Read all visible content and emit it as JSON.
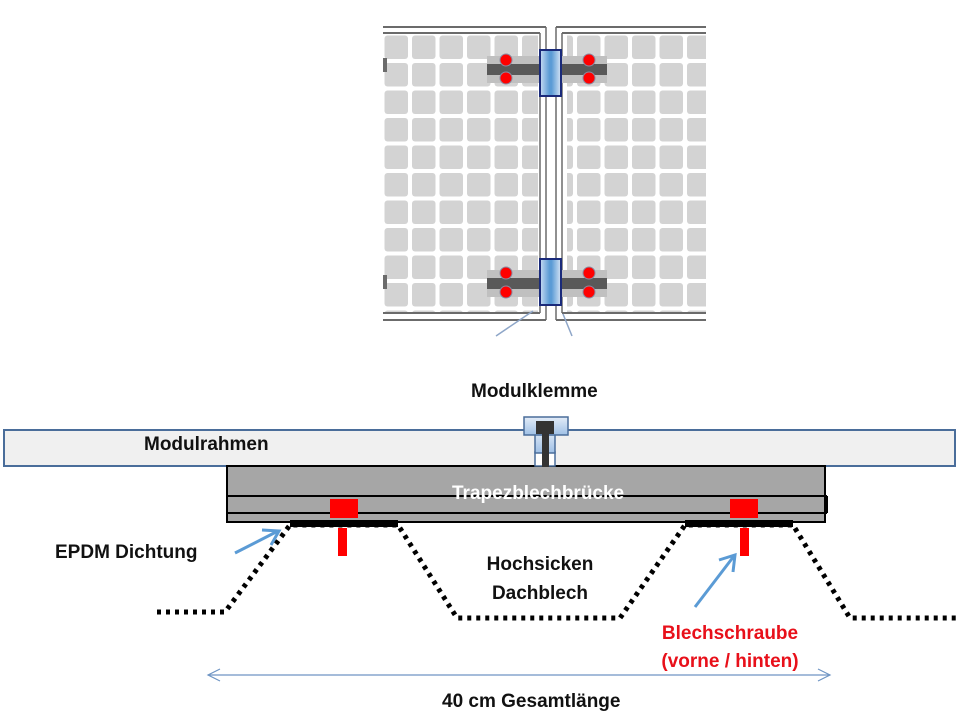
{
  "title": "Trapezblechbrücke Montage auf Hochsicken-Dachblech",
  "colors": {
    "screw_red": "#ff0000",
    "label_red": "#e8101a",
    "clamp_blue": "#5b9bd5",
    "clamp_border": "#1f2f7a",
    "frame_fill": "#f0f0f0",
    "frame_border": "#4a6d9a",
    "bridge_gray": "#a6a6a6",
    "cell_gray": "#d3d3d3",
    "arrow_blue": "#5b9bd5",
    "dim_line_blue": "#6f95c4"
  },
  "top_view": {
    "description": "Draufsicht zwei PV-Module mit Modulklemmen",
    "panels": 2,
    "clamps": 2,
    "screws_per_clamp": 4
  },
  "labels": {
    "modulklemme": "Modulklemme",
    "modulrahmen": "Modulrahmen",
    "trapezblechbruecke": "Trapezblechbrücke",
    "epdm": "EPDM Dichtung",
    "hochsicken_line1": "Hochsicken",
    "hochsicken_line2": "Dachblech",
    "blechschraube_line1": "Blechschraube",
    "blechschraube_line2": "(vorne / hinten)",
    "gesamtlaenge": "40 cm Gesamtlänge"
  }
}
